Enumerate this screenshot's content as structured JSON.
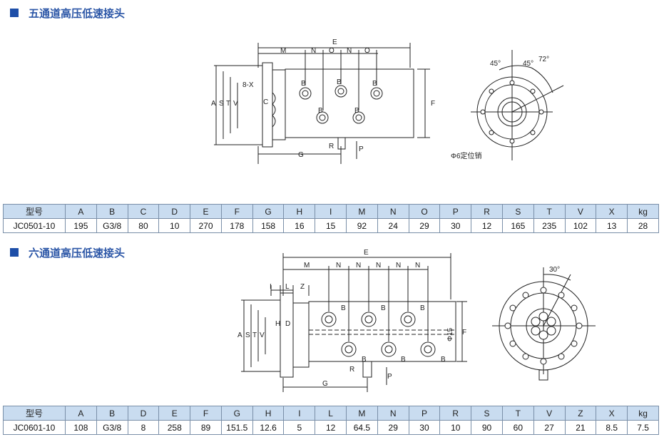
{
  "section1": {
    "title": "五通道高压低速接头",
    "drawing_labels": {
      "pin_label": "Φ6定位销",
      "bolt_label": "8-X",
      "angle_72": "72°",
      "angle_45a": "45°",
      "angle_45b": "45°"
    },
    "table": {
      "headers": [
        "型号",
        "A",
        "B",
        "C",
        "D",
        "E",
        "F",
        "G",
        "H",
        "I",
        "M",
        "N",
        "O",
        "P",
        "R",
        "S",
        "T",
        "V",
        "X",
        "kg"
      ],
      "rows": [
        [
          "JC0501-10",
          "195",
          "G3/8",
          "80",
          "10",
          "270",
          "178",
          "158",
          "16",
          "15",
          "92",
          "24",
          "29",
          "30",
          "12",
          "165",
          "235",
          "102",
          "13",
          "28"
        ]
      ]
    }
  },
  "section2": {
    "title": "六通道高压低速接头",
    "drawing_labels": {
      "angle_30": "30°",
      "phi15": "Φ15"
    },
    "table": {
      "headers": [
        "型号",
        "A",
        "B",
        "D",
        "E",
        "F",
        "G",
        "H",
        "I",
        "L",
        "M",
        "N",
        "P",
        "R",
        "S",
        "T",
        "V",
        "Z",
        "X",
        "kg"
      ],
      "rows": [
        [
          "JC0601-10",
          "108",
          "G3/8",
          "8",
          "258",
          "89",
          "151.5",
          "12.6",
          "5",
          "12",
          "64.5",
          "29",
          "30",
          "10",
          "90",
          "60",
          "27",
          "21",
          "8.5",
          "7.5"
        ]
      ]
    }
  },
  "colors": {
    "accent": "#1d4ea8",
    "table_header_bg": "#c9dcf0",
    "table_border": "#7a8fa8"
  }
}
